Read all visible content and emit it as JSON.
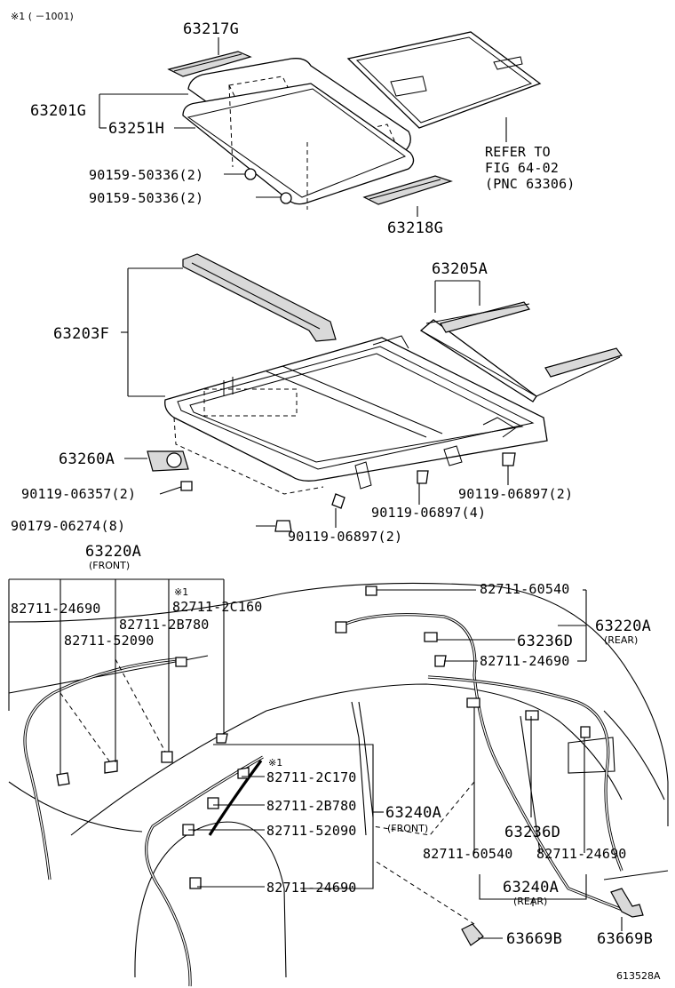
{
  "diagram": {
    "note_top": "※1 (      －1001)",
    "figure_id": "613528A",
    "sunroof_glass": {
      "p63217G": "63217G",
      "p63201G": "63201G",
      "p63251H": "63251H",
      "clip1": "90159-50336(2)",
      "clip2": "90159-50336(2)",
      "p63218G": "63218G",
      "refer_line1": "REFER TO",
      "refer_line2": "FIG 64-02",
      "refer_line3": "(PNC 63306)"
    },
    "housing": {
      "p63205A": "63205A",
      "p63203F": "63203F",
      "p63260A": "63260A",
      "bolt_a": "90119-06357(2)",
      "bolt_b": "90119-06897(2)",
      "bolt_c": "90119-06897(4)",
      "nut": "90179-06274(8)",
      "bolt_d": "90119-06897(2)"
    },
    "drain": {
      "front_hose": "63220A",
      "front_hose_sub": "(FRONT)",
      "f1": "82711-24690",
      "f2_mark": "※1",
      "f2": "82711-2C160",
      "f3": "82711-2B780",
      "f4": "82711-52090",
      "rear_c1": "82711-60540",
      "rear_hose": "63220A",
      "rear_hose_sub": "(REAR)",
      "grommet_a": "63236D",
      "rear_c2": "82711-24690",
      "pf_mark": "※1",
      "pf1": "82711-2C170",
      "pf2": "82711-2B780",
      "pf3": "82711-52090",
      "pf4": "82711-24690",
      "pillar_front": "63240A",
      "pillar_front_sub": "(FRONT)",
      "grommet_b": "63236D",
      "pr1": "82711-60540",
      "pr2": "82711-24690",
      "pillar_rear": "63240A",
      "pillar_rear_sub": "(REAR)",
      "valve_a": "63669B",
      "valve_b": "63669B"
    }
  }
}
